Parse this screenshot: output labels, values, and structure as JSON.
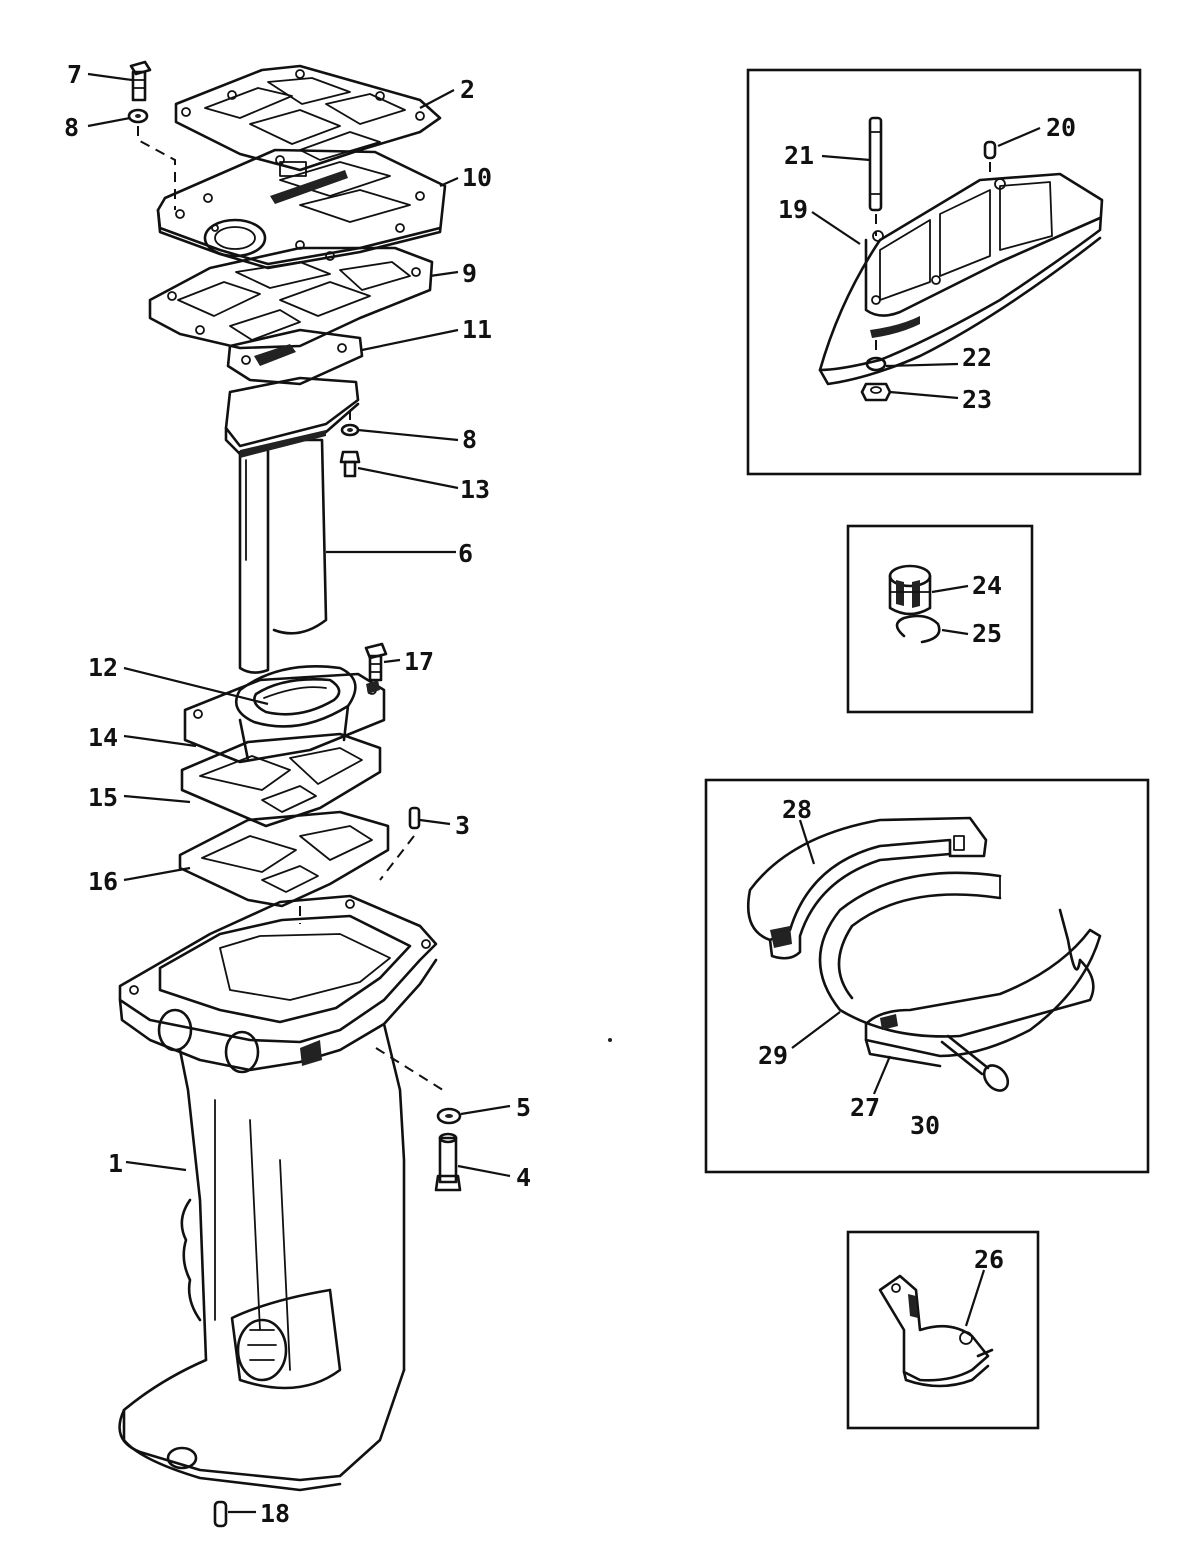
{
  "callouts": {
    "c1": "1",
    "c2": "2",
    "c3": "3",
    "c4": "4",
    "c5": "5",
    "c6": "6",
    "c7": "7",
    "c8a": "8",
    "c8b": "8",
    "c9": "9",
    "c10": "10",
    "c11": "11",
    "c12": "12",
    "c13": "13",
    "c14": "14",
    "c15": "15",
    "c16": "16",
    "c17": "17",
    "c18": "18",
    "c19": "19",
    "c20": "20",
    "c21": "21",
    "c22": "22",
    "c23": "23",
    "c24": "24",
    "c25": "25",
    "c26": "26",
    "c27": "27",
    "c28": "28",
    "c29": "29",
    "c30": "30"
  },
  "colors": {
    "ink": "#111111",
    "paper": "#ffffff"
  }
}
